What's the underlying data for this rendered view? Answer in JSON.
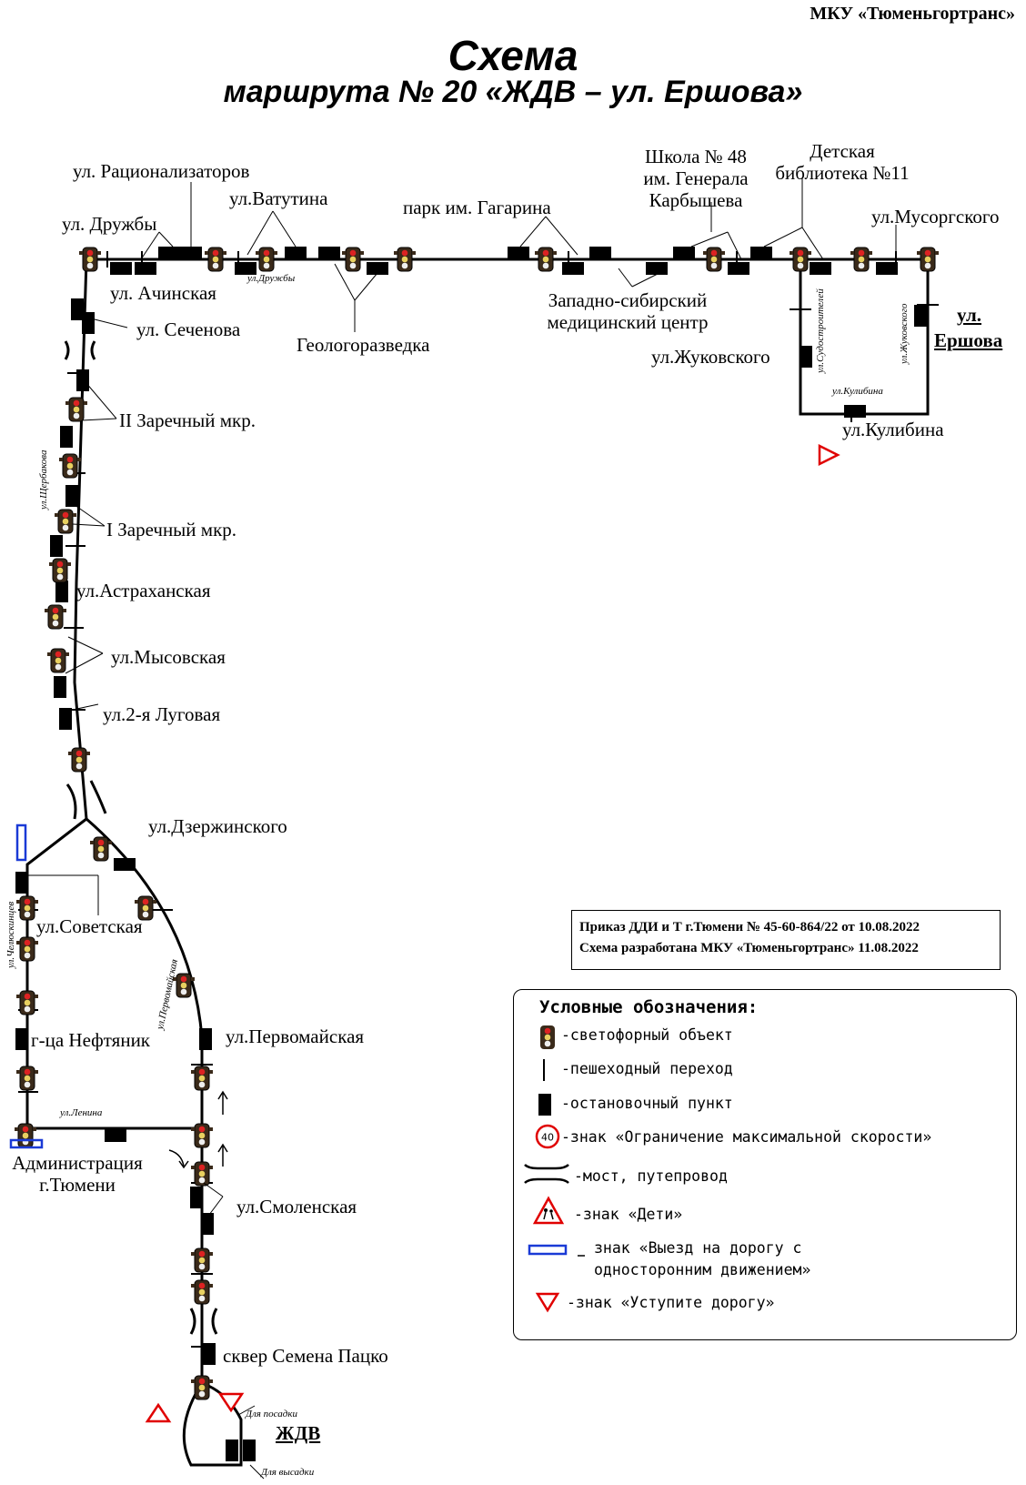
{
  "header": {
    "organization": "МКУ «Тюменьгортранс»",
    "title": "Схема",
    "subtitle": "маршрута № 20 «ЖДВ – ул. Ершова»"
  },
  "labels": {
    "racionalizatorov": "ул. Рационализаторов",
    "druzhby": "ул. Дружбы",
    "vatutina": "ул.Ватутина",
    "druzhby_small": "ул.Дружбы",
    "park": "парк им. Гагарина",
    "school_1": "Школа № 48",
    "school_2": "им. Генерала",
    "school_3": "Карбышева",
    "library_1": "Детская",
    "library_2": "библиотека №11",
    "musorgskogo": "ул.Мусоргского",
    "achinskaya": "ул. Ачинская",
    "sechenova": "ул. Сеченова",
    "geologorazvedka": "Геологоразведка",
    "medcenter_1": "Западно-сибирский",
    "medcenter_2": "медицинский центр",
    "zhukovskogo": "ул.Жуковского",
    "ershova_1": "ул.",
    "ershova_2": "Ершова",
    "kulibina_small": "ул.Кулибина",
    "kulibina": "ул.Кулибина",
    "sudostroiteley_vert": "ул.Судостроителей",
    "zhukovskogo_vert": "ул.Жуковского",
    "zarechny2": "II Заречный мкр.",
    "scherbakova_vert": "ул.Щербакова",
    "zarechny1": "I Заречный мкр.",
    "astrahanskaya": "ул.Астраханская",
    "mysovskaya": "ул.Мысовская",
    "lugovaya": "ул.2-я Луговая",
    "dzerzhinskogo": "ул.Дзержинского",
    "chelyuskincev_vert": "ул.Челюскинцев",
    "sovetskaya": "ул.Советская",
    "pervomayskaya_vert": "ул.Первомайская",
    "neftyanik": "г-ца Нефтяник",
    "pervomayskaya": "ул.Первомайская",
    "lenina_small": "ул.Ленина",
    "admin_1": "Администрация",
    "admin_2": "г.Тюмени",
    "smolenskaya": "ул.Смоленская",
    "skver": "сквер Семена Пацко",
    "for_boarding": "Для посадки",
    "zhdv": "ЖДВ",
    "for_alighting": "Для высадки"
  },
  "order": {
    "line1": "Приказ ДДИ и Т г.Тюмени № 45-60-864/22 от 10.08.2022",
    "line2": "Схема разработана МКУ «Тюменьгортранс» 11.08.2022"
  },
  "legend": {
    "title": "Условные обозначения:",
    "traffic_light": "-светофорный объект",
    "crossing": "-пешеходный переход",
    "stop": "-остановочный пункт",
    "speed_value": "40",
    "speed_sign": "-знак «Ограничение максимальной скорости»",
    "bridge": "-мост, путепровод",
    "children": "-знак «Дети»",
    "oneway_1": "знак «Выезд на дорогу с",
    "oneway_2": "односторонним движением»",
    "yield": "-знак «Уступите дорогу»"
  },
  "icons": {
    "traffic_light": "traffic-light-icon",
    "stop": "bus-stop-icon",
    "crossing": "pedestrian-crossing-icon",
    "speed": "speed-limit-icon",
    "bridge": "bridge-icon",
    "children": "children-sign-icon",
    "oneway": "one-way-road-icon",
    "yield": "yield-sign-icon"
  },
  "colors": {
    "route": "#000000",
    "yield_sign": "#e00000",
    "oneway_sign": "#1a3ad6"
  }
}
